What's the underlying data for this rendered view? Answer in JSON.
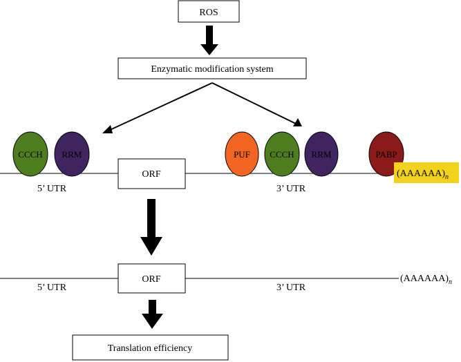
{
  "boxes": {
    "ros": "ROS",
    "enzymatic": "Enzymatic modification system",
    "orf_top": "ORF",
    "orf_bottom": "ORF",
    "translation": "Translation efficiency"
  },
  "proteins_5utr": [
    {
      "label": "CCCH",
      "color": "#4e7d1f"
    },
    {
      "label": "RRM",
      "color": "#3f2460"
    }
  ],
  "proteins_3utr": [
    {
      "label": "PUF",
      "color": "#f26522"
    },
    {
      "label": "CCCH",
      "color": "#4e7d1f"
    },
    {
      "label": "RRM",
      "color": "#3f2460"
    }
  ],
  "pabp": {
    "label": "PABP",
    "color": "#8b1a1a"
  },
  "utr_labels": {
    "five_top": "5’ UTR",
    "three_top": "3’ UTR",
    "five_bottom": "5’ UTR",
    "three_bottom": "3’ UTR"
  },
  "polya": {
    "top": "(AAAAAA)",
    "top_sub": "n",
    "top_highlight": "#f2d21b",
    "bottom": "(AAAAAA)",
    "bottom_sub": "n"
  }
}
